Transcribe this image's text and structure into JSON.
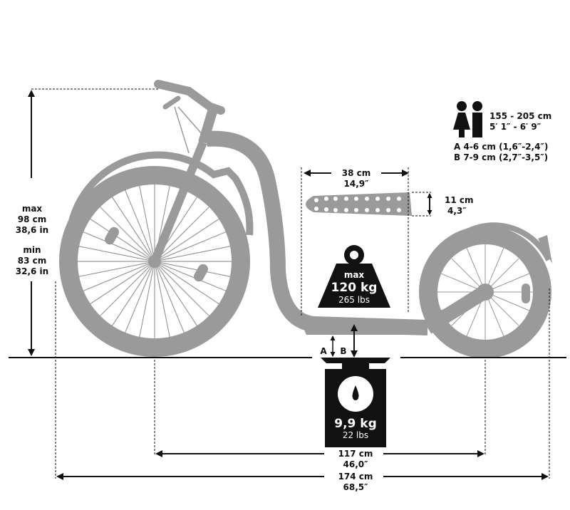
{
  "colors": {
    "silhouette": "#9a9a9a",
    "ink": "#111111",
    "background": "#ffffff"
  },
  "height": {
    "max_label": "max",
    "max_cm": "98 cm",
    "max_in": "38,6 in",
    "min_label": "min",
    "min_cm": "83 cm",
    "min_in": "32,6 in"
  },
  "rider": {
    "icon": "male-female-person-icon",
    "height_cm": "155 - 205 cm",
    "height_ft": "5′ 1″ - 6′ 9″"
  },
  "clearance": {
    "a": "A 4-6 cm (1,6″-2,4″)",
    "b": "B 7-9 cm (2,7″-3,5″)",
    "a_marker": "A",
    "b_marker": "B"
  },
  "deck": {
    "length_cm": "38 cm",
    "length_in": "14,9″",
    "width_cm": "11 cm",
    "width_in": "4,3″"
  },
  "max_load": {
    "icon": "weight-icon",
    "label": "max",
    "kg": "120 kg",
    "lbs": "265 lbs"
  },
  "weight": {
    "icon": "scale-icon",
    "kg": "9,9 kg",
    "lbs": "22 lbs"
  },
  "wheelbase": {
    "cm": "117 cm",
    "in": "46,0″"
  },
  "total_length": {
    "cm": "174 cm",
    "in": "68,5″"
  }
}
